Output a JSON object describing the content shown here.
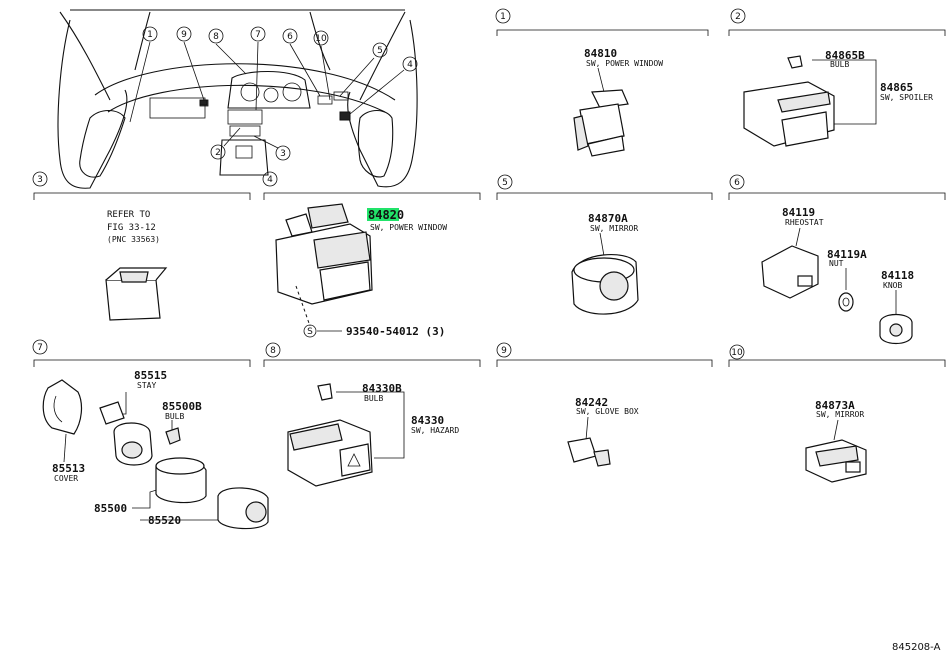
{
  "diagram": {
    "footer_code": "845208-A",
    "colors": {
      "highlight": "#22e36a",
      "ink": "#111111",
      "paper": "#ffffff"
    },
    "overview": {
      "callouts": [
        "1",
        "9",
        "8",
        "7",
        "6",
        "10",
        "5",
        "4",
        "2",
        "3"
      ]
    },
    "sections": [
      {
        "num": "1",
        "parts": [
          {
            "no": "84810",
            "desc": "SW, POWER WINDOW"
          }
        ]
      },
      {
        "num": "2",
        "parts": [
          {
            "no": "84865B",
            "desc": "BULB"
          },
          {
            "no": "84865",
            "desc": "SW, SPOILER"
          }
        ]
      },
      {
        "num": "3",
        "note": [
          "REFER TO",
          "FIG 33-12",
          "(PNC 33563)"
        ]
      },
      {
        "num": "4",
        "parts": [
          {
            "no": "84820",
            "desc": "SW, POWER WINDOW",
            "highlighted": true
          }
        ],
        "screw": {
          "symbol": "S",
          "no": "93540-54012 (3)"
        }
      },
      {
        "num": "5",
        "parts": [
          {
            "no": "84870A",
            "desc": "SW, MIRROR"
          }
        ]
      },
      {
        "num": "6",
        "parts": [
          {
            "no": "84119",
            "desc": "RHEOSTAT"
          },
          {
            "no": "84119A",
            "desc": "NUT"
          },
          {
            "no": "84118",
            "desc": "KNOB"
          }
        ]
      },
      {
        "num": "7",
        "parts": [
          {
            "no": "85515",
            "desc": "STAY"
          },
          {
            "no": "85500B",
            "desc": "BULB"
          },
          {
            "no": "85513",
            "desc": "COVER"
          },
          {
            "no": "85500",
            "desc": ""
          },
          {
            "no": "85520",
            "desc": ""
          }
        ]
      },
      {
        "num": "8",
        "parts": [
          {
            "no": "84330B",
            "desc": "BULB"
          },
          {
            "no": "84330",
            "desc": "SW, HAZARD"
          }
        ]
      },
      {
        "num": "9",
        "parts": [
          {
            "no": "84242",
            "desc": "SW, GLOVE BOX"
          }
        ]
      },
      {
        "num": "10",
        "parts": [
          {
            "no": "84873A",
            "desc": "SW, MIRROR"
          }
        ]
      }
    ]
  }
}
